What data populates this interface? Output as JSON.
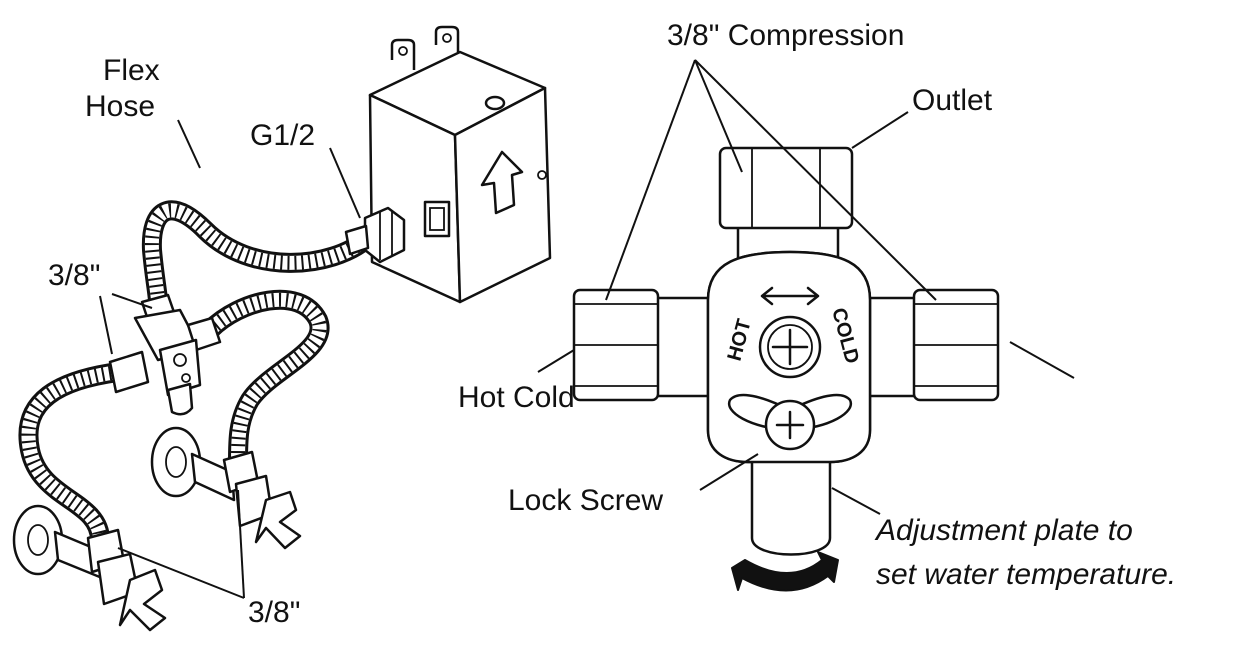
{
  "labels": {
    "flex_hose_line1": "Flex",
    "flex_hose_line2": "Hose",
    "g_half": "G1/2",
    "three_eighths_top": "3/8\"",
    "three_eighths_bottom": "3/8\"",
    "compression": "3/8\" Compression",
    "outlet": "Outlet",
    "hot_cold": "Hot Cold",
    "lock_screw": "Lock Screw",
    "adjust_line1": "Adjustment plate to",
    "adjust_line2": "set water temperature."
  },
  "dial": {
    "hot": "HOT",
    "cold": "COLD"
  }
}
